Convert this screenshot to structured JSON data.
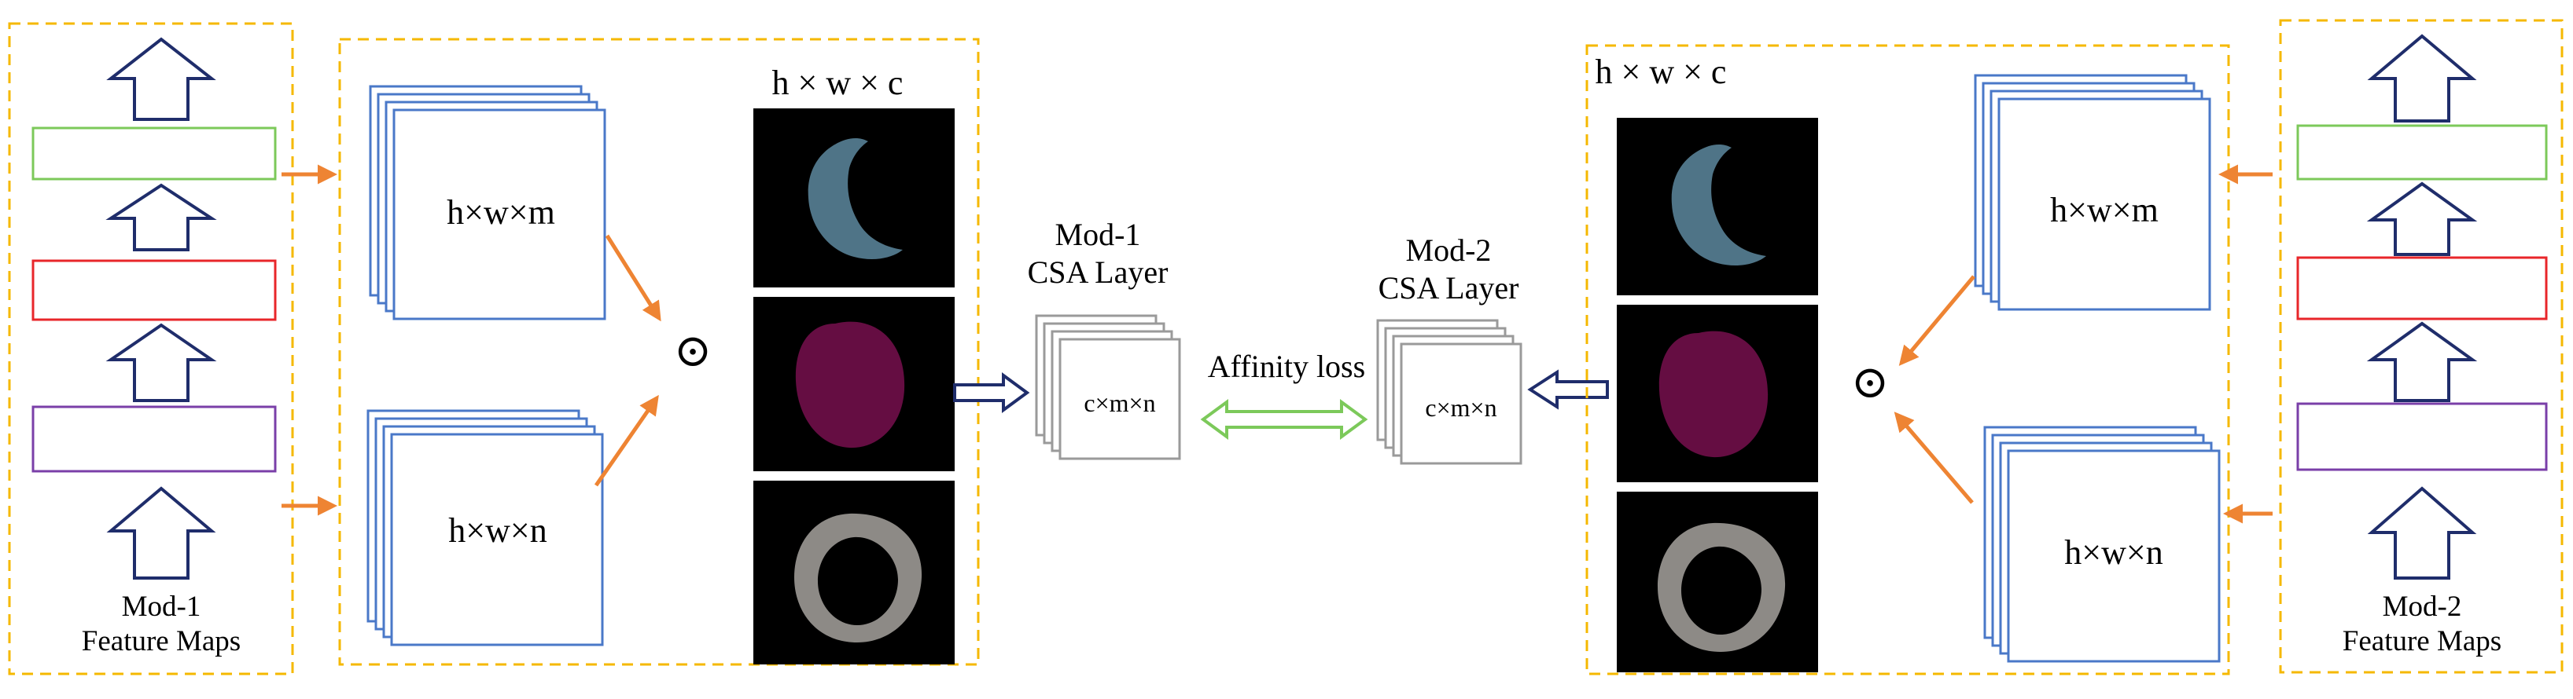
{
  "left_panel": {
    "feature_maps_label_line1": "Mod-1",
    "feature_maps_label_line2": "Feature Maps",
    "map_m_label": "h×w×m",
    "map_n_label": "h×w×n",
    "product_symbol": "⊙",
    "stack_label": "h × w × c"
  },
  "right_panel": {
    "feature_maps_label_line1": "Mod-2",
    "feature_maps_label_line2": "Feature Maps",
    "map_m_label": "h×w×m",
    "map_n_label": "h×w×n",
    "product_symbol": "⊙",
    "stack_label": "h × w × c"
  },
  "center": {
    "csa1_title_line1": "Mod-1",
    "csa1_title_line2": "CSA Layer",
    "csa1_cube_label": "c×m×n",
    "csa2_title_line1": "Mod-2",
    "csa2_title_line2": "CSA Layer",
    "csa2_cube_label": "c×m×n",
    "loss_label": "Affinity loss"
  },
  "colors": {
    "dash_border": "#f5b800",
    "orange_arrow": "#ee8433",
    "navy_arrow": "#1f2d6b",
    "green": "#7cc95a",
    "red": "#e8262a",
    "purple": "#7a3fa8",
    "blue_map": "#4a78c8",
    "gray_cube": "#9a9a9a",
    "mask_blue": "#4f7487",
    "mask_purple": "#650d42",
    "mask_gray": "#8d8a86"
  }
}
